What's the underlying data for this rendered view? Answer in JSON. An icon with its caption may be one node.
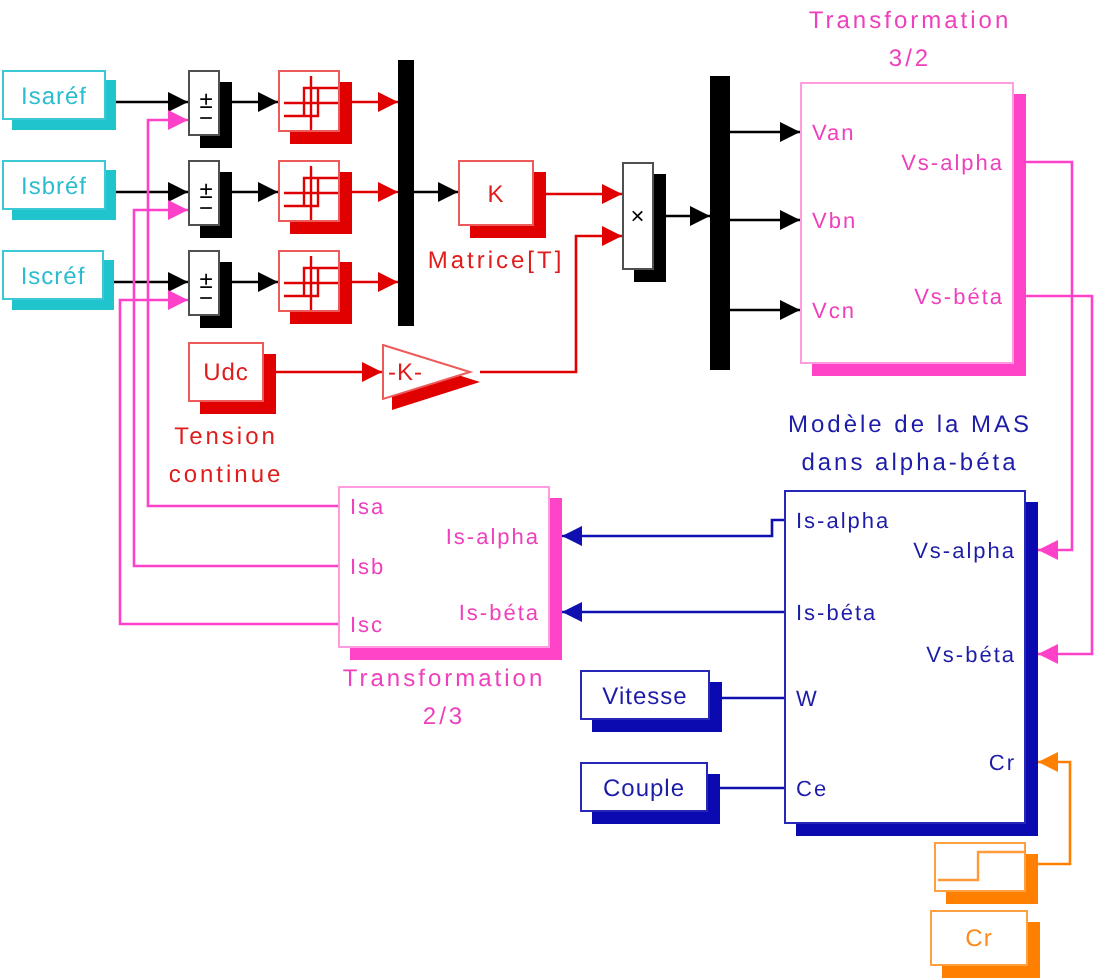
{
  "diagram": {
    "nodes": [
      {
        "text": [
          "Isaréf"
        ]
      },
      {
        "text": [
          "Isbréf"
        ]
      },
      {
        "text": [
          "Iscréf"
        ]
      },
      {
        "text": [
          "±",
          "−"
        ]
      },
      {
        "text": [
          "±",
          "−"
        ]
      },
      {
        "text": [
          "±",
          "−"
        ]
      },
      {
        "text": [],
        "shape": "box"
      },
      {
        "text": [],
        "shape": "box"
      },
      {
        "text": [],
        "shape": "box"
      },
      {
        "text": [],
        "shape": "bar"
      },
      {
        "text": [
          "K"
        ],
        "beside": [
          "Matrice[T]"
        ]
      },
      {
        "text": [
          "Udc"
        ],
        "beside": [
          "Tension continue"
        ]
      },
      {
        "text": [
          "-K-"
        ]
      },
      {
        "text": [
          "×"
        ]
      },
      {
        "text": [],
        "shape": "bar"
      },
      {
        "text": [
          "Van",
          "Vbn",
          "Vcn",
          "Vs-alpha",
          "Vs-béta"
        ],
        "beside": [
          "Transformation 3/2"
        ]
      },
      {
        "text": [
          "Is-alpha",
          "Is-béta",
          "W",
          "Ce",
          "Vs-alpha",
          "Vs-béta",
          "Cr"
        ],
        "beside": [
          "Modèle de la MAS dans alpha-béta"
        ]
      },
      {
        "text": [
          "Isa",
          "Isb",
          "Isc",
          "Is-alpha",
          "Is-béta"
        ],
        "beside": [
          "Transformation 2/3"
        ]
      },
      {
        "text": [
          "Vitesse"
        ]
      },
      {
        "text": [
          "Couple"
        ]
      },
      {
        "text": [],
        "shape": "box"
      },
      {
        "text": [
          "Cr"
        ]
      }
    ],
    "edges": [
      {
        "from": 0,
        "to": 3,
        "arrow": "to"
      },
      {
        "from": 1,
        "to": 4,
        "arrow": "to"
      },
      {
        "from": 2,
        "to": 5,
        "arrow": "to"
      },
      {
        "from": 3,
        "to": 6,
        "arrow": "to"
      },
      {
        "from": 4,
        "to": 7,
        "arrow": "to"
      },
      {
        "from": 5,
        "to": 8,
        "arrow": "to"
      },
      {
        "from": 6,
        "to": 9,
        "arrow": "to",
        "color": "#e00000"
      },
      {
        "from": 7,
        "to": 9,
        "arrow": "to",
        "color": "#e00000"
      },
      {
        "from": 8,
        "to": 9,
        "arrow": "to",
        "color": "#e00000"
      },
      {
        "from": 9,
        "to": 10,
        "arrow": "to"
      },
      {
        "from": 10,
        "to": 13,
        "arrow": "to",
        "color": "#e00000"
      },
      {
        "from": 11,
        "to": 12,
        "arrow": "to",
        "color": "#e00000"
      },
      {
        "from": 12,
        "to": 13,
        "arrow": "to",
        "color": "#e00000"
      },
      {
        "from": 13,
        "to": 14,
        "arrow": "to"
      },
      {
        "from": 14,
        "to": 15,
        "arrow": "to"
      },
      {
        "from": 14,
        "to": 15,
        "arrow": "to"
      },
      {
        "from": 14,
        "to": 15,
        "arrow": "to"
      },
      {
        "from": 15,
        "to": 16,
        "arrow": "to",
        "color": "#ff40c8"
      },
      {
        "from": 15,
        "to": 16,
        "arrow": "to",
        "color": "#ff40c8"
      },
      {
        "from": 16,
        "to": 17,
        "arrow": "to",
        "color": "#1010b0"
      },
      {
        "from": 16,
        "to": 17,
        "arrow": "to",
        "color": "#1010b0"
      },
      {
        "from": 17,
        "to": 3,
        "arrow": "to",
        "color": "#ff40c8"
      },
      {
        "from": 17,
        "to": 4,
        "arrow": "to",
        "color": "#ff40c8"
      },
      {
        "from": 17,
        "to": 5,
        "arrow": "to",
        "color": "#ff40c8"
      },
      {
        "from": 16,
        "to": 18,
        "arrow": "none",
        "color": "#1010b0"
      },
      {
        "from": 16,
        "to": 19,
        "arrow": "none",
        "color": "#1010b0"
      },
      {
        "from": 20,
        "to": 16,
        "arrow": "to",
        "color": "#ff8000"
      }
    ]
  }
}
